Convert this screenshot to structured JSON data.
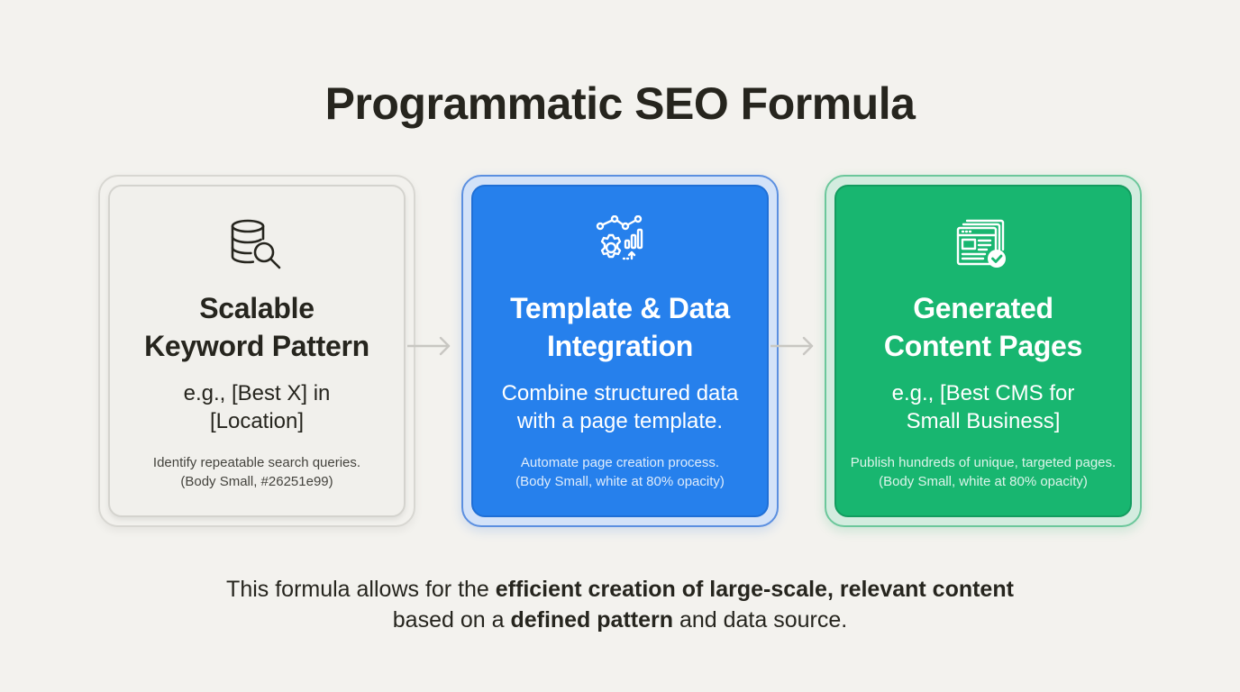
{
  "title": "Programmatic SEO Formula",
  "colors": {
    "background": "#f3f2ee",
    "text": "#26251e",
    "card1": "#f1f0ec",
    "card2": "#2680ec",
    "card3": "#18b670",
    "arrow": "#c8c7c2"
  },
  "cards": [
    {
      "icon": "database-search-icon",
      "title_line1": "Scalable",
      "title_line2": "Keyword Pattern",
      "example_line1": "e.g., [Best X] in",
      "example_line2": "[Location]",
      "body_line1": "Identify repeatable search queries.",
      "body_line2": "(Body Small, #26251e99)"
    },
    {
      "icon": "gear-chart-icon",
      "title_line1": "Template & Data",
      "title_line2": "Integration",
      "example_line1": "Combine structured data",
      "example_line2": "with a page template.",
      "body_line1": "Automate page creation process.",
      "body_line2": "(Body Small, white at 80% opacity)"
    },
    {
      "icon": "pages-check-icon",
      "title_line1": "Generated",
      "title_line2": "Content Pages",
      "example_line1": "e.g., [Best CMS for",
      "example_line2": "Small Business]",
      "body_line1": "Publish hundreds of unique, targeted pages.",
      "body_line2": "(Body Small, white at 80% opacity)"
    }
  ],
  "arrows": [
    "arrow-right-icon",
    "arrow-right-icon"
  ],
  "footer": {
    "line1_part1": "This formula allows for the ",
    "line1_bold": "efficient creation of large-scale, relevant content",
    "line2_part1": "based on a ",
    "line2_bold": "defined pattern",
    "line2_part2": " and data source."
  }
}
